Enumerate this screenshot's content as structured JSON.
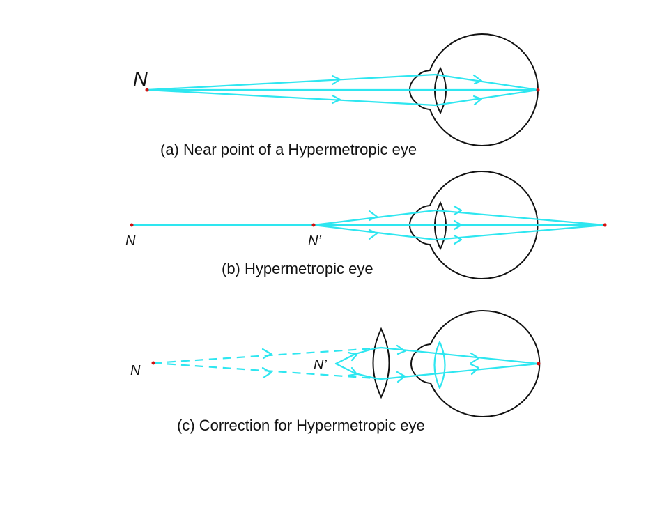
{
  "colors": {
    "ray": "#2EE6F0",
    "outline": "#111111",
    "point": "#D01010",
    "background": "#FFFFFF"
  },
  "panels": [
    {
      "id": "a",
      "caption": "(a) Near point of a Hypermetropic eye",
      "labels": {
        "near_point": "N"
      }
    },
    {
      "id": "b",
      "caption": "(b) Hypermetropic eye",
      "labels": {
        "near_point": "N",
        "shifted_near_point": "N’"
      }
    },
    {
      "id": "c",
      "caption": "(c) Correction for Hypermetropic eye",
      "labels": {
        "near_point": "N",
        "shifted_near_point": "N’"
      }
    }
  ]
}
